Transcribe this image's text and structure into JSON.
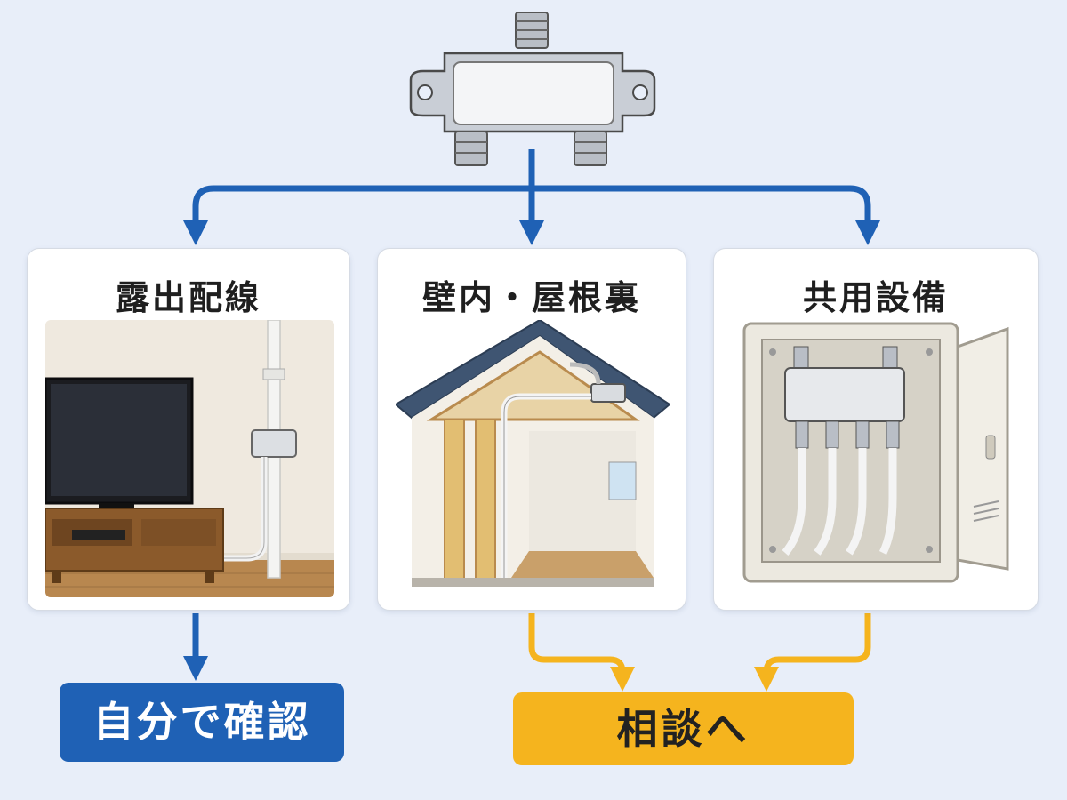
{
  "cards": [
    {
      "title": "露出配線",
      "illustration": "exposed-wiring-tv-illustration"
    },
    {
      "title": "壁内・屋根裏",
      "illustration": "house-cutaway-illustration"
    },
    {
      "title": "共用設備",
      "illustration": "shared-equipment-box-illustration"
    }
  ],
  "outcomes": {
    "self_check": "自分で確認",
    "consult": "相談へ"
  },
  "top_device": "antenna-splitter-icon",
  "colors": {
    "background": "#e8eef9",
    "blue_arrow": "#1f61b5",
    "yellow_arrow": "#f5b41e",
    "self_check_fill": "#1f61b5",
    "consult_fill": "#f5b41e"
  }
}
